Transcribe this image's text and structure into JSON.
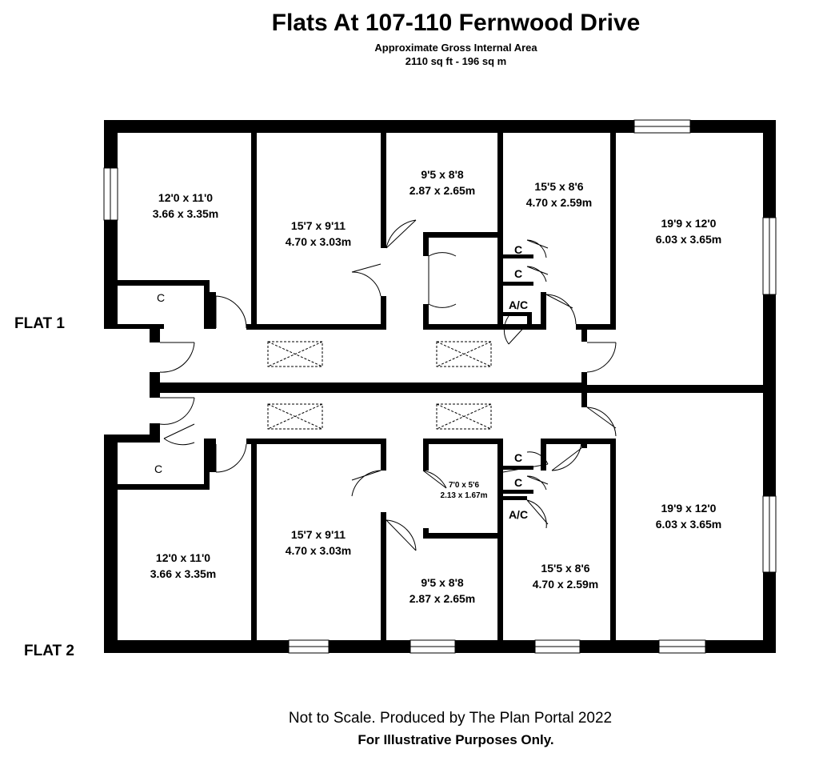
{
  "header": {
    "title": "Flats At 107-110 Fernwood Drive",
    "subtitle": "Approximate Gross Internal Area",
    "area": "2110 sq ft - 196 sq m"
  },
  "flats": {
    "flat1": {
      "label": "FLAT 1"
    },
    "flat2": {
      "label": "FLAT 2"
    }
  },
  "flat1_rooms": {
    "bed_left": {
      "line1": "12'0 x 11'0",
      "line2": "3.66 x 3.35m"
    },
    "bed_middle": {
      "line1": "15'7 x 9'11",
      "line2": "4.70 x 3.03m"
    },
    "room_small": {
      "line1": "9'5 x 8'8",
      "line2": "2.87 x 2.65m"
    },
    "room_kitchen": {
      "line1": "15'5 x 8'6",
      "line2": "4.70 x 2.59m"
    },
    "room_living": {
      "line1": "19'9 x 12'0",
      "line2": "6.03 x 3.65m"
    }
  },
  "flat2_rooms": {
    "bed_left": {
      "line1": "12'0 x 11'0",
      "line2": "3.66 x 3.35m"
    },
    "bed_middle": {
      "line1": "15'7 x 9'11",
      "line2": "4.70 x 3.03m"
    },
    "room_small": {
      "line1": "9'5 x 8'8",
      "line2": "2.87 x 2.65m"
    },
    "room_kitchen": {
      "line1": "15'5 x 8'6",
      "line2": "4.70 x 2.59m"
    },
    "room_living": {
      "line1": "19'9 x 12'0",
      "line2": "6.03 x 3.65m"
    },
    "bathroom": {
      "line1": "7'0 x 5'6",
      "line2": "2.13 x 1.67m"
    }
  },
  "cupboards": {
    "c": "C",
    "ac": "A/C"
  },
  "footer": {
    "line1": "Not to Scale. Produced by The Plan Portal 2022",
    "line2": "For Illustrative Purposes Only."
  },
  "colors": {
    "wall": "#000000",
    "background": "#ffffff",
    "window": "#ffffff"
  }
}
